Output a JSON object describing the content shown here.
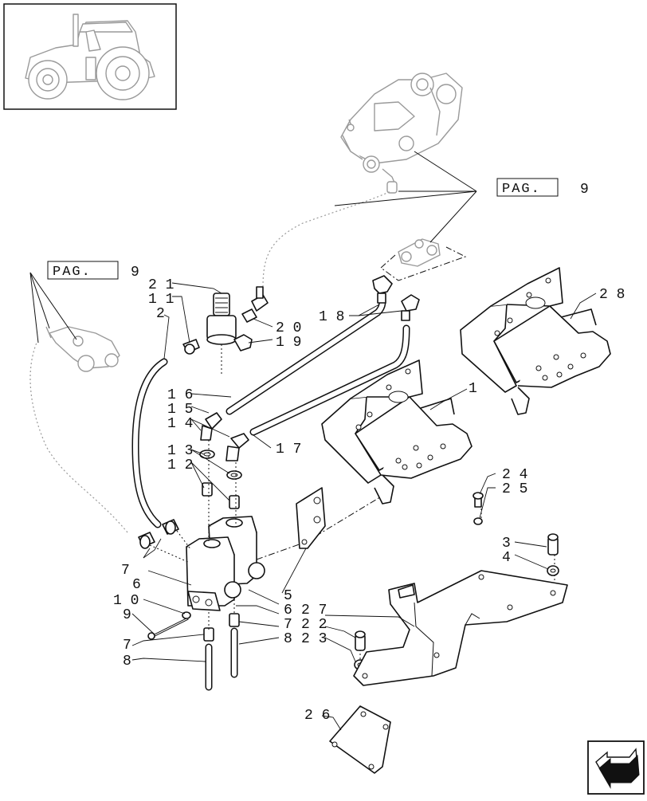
{
  "page_refs": [
    {
      "prefix": "PAG.",
      "number": "9"
    },
    {
      "prefix": "PAG.",
      "number": "9"
    }
  ],
  "callouts": [
    "1",
    "2",
    "3",
    "4",
    "5",
    "6",
    "7",
    "8",
    "9",
    "10",
    "11",
    "12",
    "13",
    "14",
    "15",
    "16",
    "17",
    "18",
    "19",
    "20",
    "21",
    "22",
    "23",
    "24",
    "25",
    "26",
    "27",
    "28"
  ],
  "labels": {
    "c21": "2 1",
    "c11": "1 1",
    "c2": "2",
    "c18": "1 8",
    "c20": "2 0",
    "c19": "1 9",
    "c16": "1 6",
    "c15": "1 5",
    "c14": "1 4",
    "c13": "1 3",
    "c12": "1 2",
    "c17": "1 7",
    "c28": "2 8",
    "c1": "1",
    "c24": "2 4",
    "c25": "2 5",
    "c3": "3",
    "c4": "4",
    "c7a": "7",
    "c6a": "6",
    "c10": "1 0",
    "c9": "9",
    "c7b": "7",
    "c8a": "8",
    "c5": "5",
    "c6b": "6",
    "c7c": "7",
    "c8b": "8",
    "c27": "2 7",
    "c22": "2 2",
    "c23": "2 3",
    "c26": "2 6"
  },
  "icons": {
    "thumbnail": "tractor-thumbnail",
    "nav": "next-page-arrow-icon"
  }
}
